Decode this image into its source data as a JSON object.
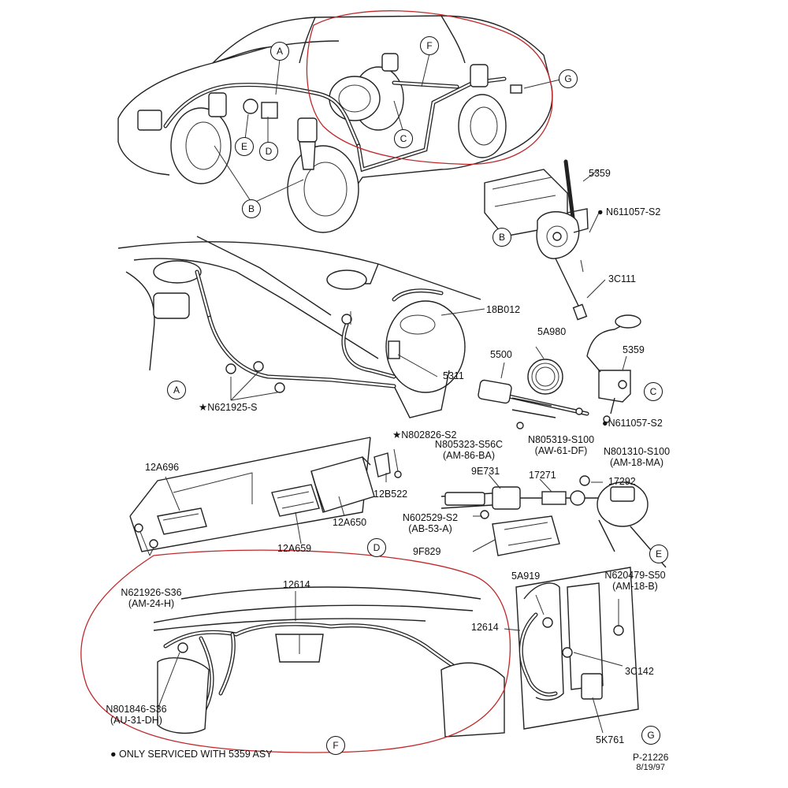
{
  "callouts": {
    "A1": "A",
    "F1": "F",
    "G1": "G",
    "C1": "C",
    "E1": "E",
    "D1": "D",
    "B1": "B",
    "B2": "B",
    "A2": "A",
    "C2": "C",
    "D2": "D",
    "E2": "E",
    "F2": "F",
    "G2": "G"
  },
  "part_labels": {
    "p5359a": "5359",
    "n611057a": "N611057-S2",
    "p3c111": "3C111",
    "p18b012": "18B012",
    "p5a980": "5A980",
    "p5359b": "5359",
    "p5500": "5500",
    "p5311": "5311",
    "n621925": "N621925-S",
    "n611057b": "N611057-S2",
    "n802826": "N802826-S2",
    "n805323": "N805323-S56C",
    "n805323_spec": "(AM-86-BA)",
    "n805319": "N805319-S100",
    "n805319_spec": "(AW-61-DF)",
    "n801310": "N801310-S100",
    "n801310_spec": "(AM-18-MA)",
    "p12a696": "12A696",
    "p9e731": "9E731",
    "p17271": "17271",
    "p17292": "17292",
    "p12b522": "12B522",
    "n602529": "N602529-S2",
    "n602529_spec": "(AB-53-A)",
    "p12a650": "12A650",
    "p9f829": "9F829",
    "p12a659": "12A659",
    "n621926": "N621926-S36",
    "n621926_spec": "(AM-24-H)",
    "p12614a": "12614",
    "p5a919": "5A919",
    "n620479": "N620479-S50",
    "n620479_spec": "(AM-18-B)",
    "p12614b": "12614",
    "p3c142": "3C142",
    "n801846": "N801846-S36",
    "n801846_spec": "(AU-31-DH)",
    "p5k761": "5K761"
  },
  "footnote": "ONLY SERVICED WITH 5359 ASY",
  "reference": {
    "number": "P-21226",
    "date": "8/19/97"
  }
}
